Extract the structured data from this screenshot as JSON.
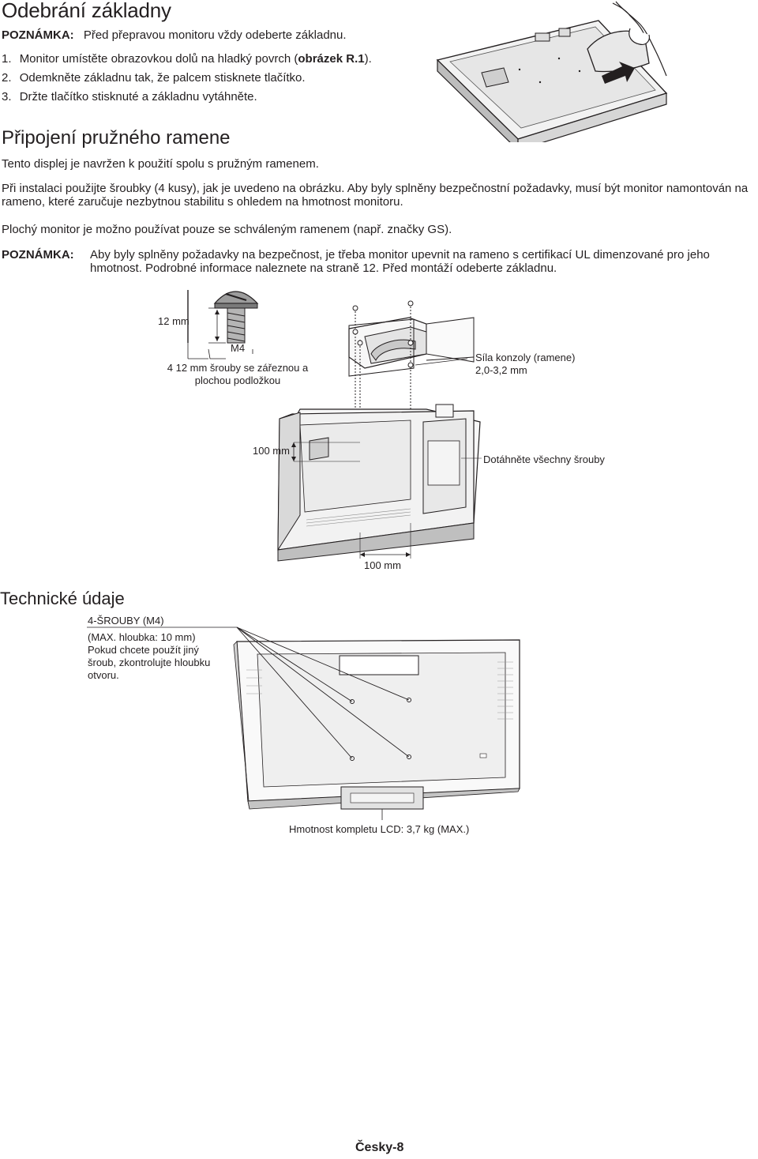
{
  "removal": {
    "title": "Odebrání základny",
    "note_label": "POZNÁMKA:",
    "note_text": "Před přepravou monitoru vždy odeberte základnu.",
    "steps": [
      {
        "num": "1.",
        "text_before": "Monitor umístěte obrazovkou dolů na hladký povrch (",
        "text_bold": "obrázek R.1",
        "text_after": ")."
      },
      {
        "num": "2.",
        "text": "Odemkněte základnu tak, že palcem stisknete tlačítko."
      },
      {
        "num": "3.",
        "text": "Držte tlačítko stisknuté a základnu vytáhněte."
      }
    ]
  },
  "arm": {
    "title": "Připojení pružného ramene",
    "intro": "Tento displej je navržen k použití spolu s pružným ramenem.",
    "para1": "Při instalaci použijte šroubky (4 kusy), jak je uvedeno na obrázku. Aby byly splněny bezpečnostní požadavky, musí být monitor namontován na rameno, které zaručuje nezbytnou stabilitu s ohledem na hmotnost monitoru.",
    "para2": "Plochý monitor je možno používat pouze se schváleným ramenem (např. značky GS).",
    "note_label": "POZNÁMKA:",
    "note_text": "Aby byly splněny požadavky na bezpečnost, je třeba monitor upevnit na rameno s certifikací UL dimenzované pro jeho hmotnost. Podrobné informace naleznete na straně 12. Před montáží odeberte základnu."
  },
  "figure_arm": {
    "screw_length": "12 mm",
    "screw_type": "M4",
    "screws_desc": "4 12 mm šrouby se zářeznou a plochou podložkou",
    "bracket_label": "Síla konzoly (ramene)",
    "bracket_value": "2,0-3,2 mm",
    "dim_vertical": "100 mm",
    "tighten": "Dotáhněte všechny šrouby",
    "dim_horizontal": "100 mm"
  },
  "specs": {
    "title": "Technické údaje",
    "screws": "4-ŠROUBY (M4)",
    "screws_note": "(MAX. hloubka: 10 mm) Pokud chcete použít jiný šroub, zkontrolujte hloubku otvoru.",
    "weight": "Hmotnost kompletu LCD: 3,7 kg (MAX.)"
  },
  "footer": {
    "page": "Česky-8"
  },
  "icons": {
    "arrow": "push-arrow-icon",
    "hand": "hand-icon",
    "screw": "screw-icon"
  }
}
